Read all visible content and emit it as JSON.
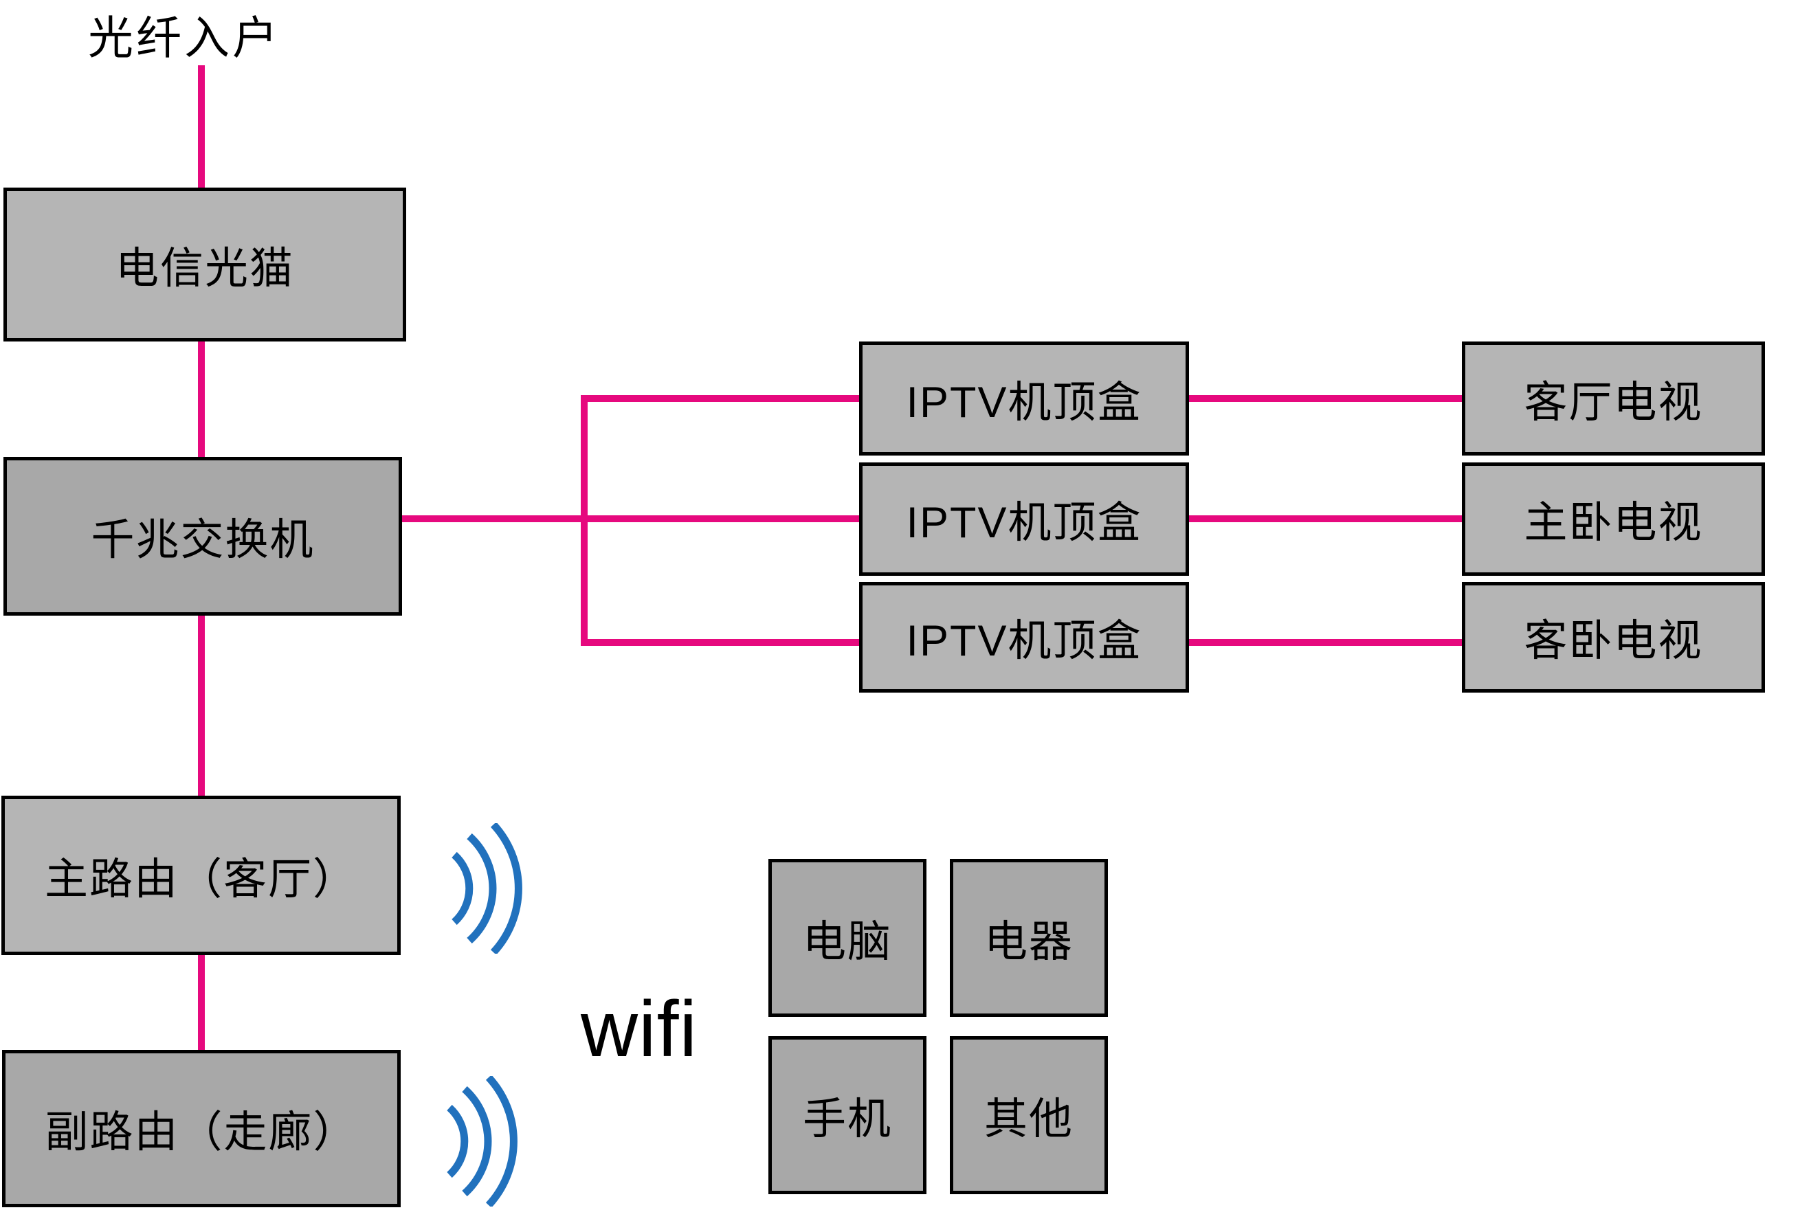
{
  "diagram": {
    "source_label": "光纤入户",
    "wifi_label": "wifi",
    "nodes": {
      "modem": "电信光猫",
      "switch": "千兆交换机",
      "iptv_1": "IPTV机顶盒",
      "iptv_2": "IPTV机顶盒",
      "iptv_3": "IPTV机顶盒",
      "tv_living": "客厅电视",
      "tv_master": "主卧电视",
      "tv_guest": "客卧电视",
      "router_main": "主路由（客厅）",
      "router_sub": "副路由（走廊）",
      "device_pc": "电脑",
      "device_appliance": "电器",
      "device_phone": "手机",
      "device_other": "其他"
    },
    "colors": {
      "pink": "#e6097e",
      "blue": "#2171bd",
      "gray_light": "#b5b5b5",
      "gray_dark": "#a8a8a8",
      "border_black": "#000000"
    }
  }
}
